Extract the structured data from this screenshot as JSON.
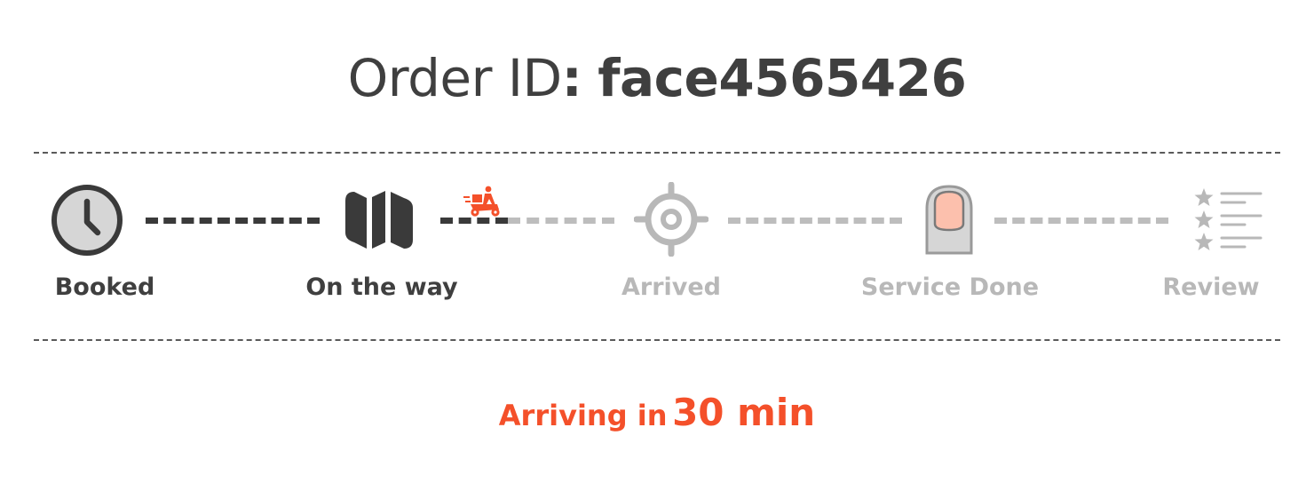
{
  "header": {
    "label": "Order ID",
    "separator": ":",
    "order_id": "face4565426"
  },
  "progress": {
    "current_step_index": 1,
    "steps": [
      {
        "label": "Booked",
        "icon": "clock-icon",
        "status": "done"
      },
      {
        "label": "On the way",
        "icon": "map-icon",
        "status": "done"
      },
      {
        "label": "Arrived",
        "icon": "target-icon",
        "status": "pending"
      },
      {
        "label": "Service Done",
        "icon": "nail-icon",
        "status": "pending"
      },
      {
        "label": "Review",
        "icon": "rating-list-icon",
        "status": "pending"
      }
    ],
    "tracker_icon": "delivery-scooter-icon"
  },
  "eta": {
    "prefix": "Arriving in",
    "value": "30 min"
  },
  "colors": {
    "text_dark": "#3f3f3f",
    "done": "#3a3a3a",
    "pending": "#bdbdbd",
    "accent": "#f4502a",
    "nail": "#fcc0ad"
  }
}
